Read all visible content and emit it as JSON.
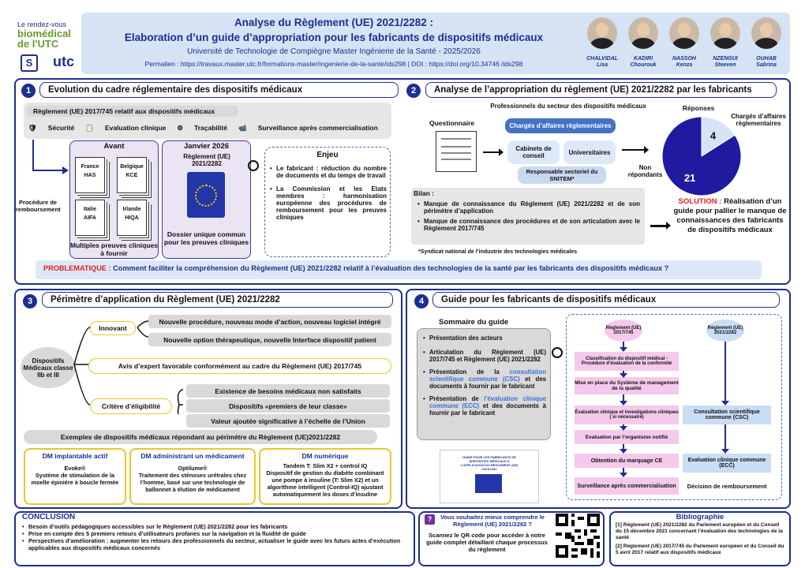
{
  "logo": {
    "line1": "Le rendez-vous",
    "line2": "biomédical",
    "line3": "de l'UTC",
    "utc": "utc"
  },
  "header": {
    "title1": "Analyse du Règlement (UE) 2021/2282 :",
    "title2": "Elaboration d’un guide d’appropriation pour les fabricants de dispositifs médicaux",
    "university": "Université de Technologie de Compiègne Master Ingénierie de la Santé - 2025/2026",
    "permalien": "Permalien : https://travaux.master.utc.fr/formations-master/ingenierie-de-la-sante/ids298    |    DOI : https://doi.org/10.34746 /ids298",
    "authors": [
      {
        "last": "CHALVIDAL",
        "first": "Lisa"
      },
      {
        "last": "KADIRI",
        "first": "Chourouk"
      },
      {
        "last": "NASSOH",
        "first": "Kenza"
      },
      {
        "last": "NZENGUI",
        "first": "Steeven"
      },
      {
        "last": "OUHAB",
        "first": "Sabrina"
      }
    ]
  },
  "s1": {
    "num": "1",
    "title": "Evolution du cadre réglementaire des dispositifs médicaux",
    "reg_label": "Règlement (UE) 2017/745 relatif aux dispositifs médicaux",
    "pillars": [
      "Sécurité",
      "Evaluation clinique",
      "Traçabilité",
      "Surveillance après commercialisation"
    ],
    "procedure": "Procédure de remboursement",
    "avant": "Avant",
    "docs": [
      {
        "country": "France",
        "agency": "HAS"
      },
      {
        "country": "Belgique",
        "agency": "KCE"
      },
      {
        "country": "Italie",
        "agency": "AIFA"
      },
      {
        "country": "Irlande",
        "agency": "HIQA"
      }
    ],
    "avant_caption": "Multiples preuves cliniques à fournir",
    "janvier": "Janvier 2026",
    "reg2021": "Règlement (UE) 2021/2282",
    "dossier": "Dossier unique commun pour les preuves cliniques",
    "enjeu_title": "Enjeu",
    "enjeu": [
      "Le fabricant : réduction du nombre de documents et du temps de travail",
      "La Commission et les Etats membres : harmonisation européenne des procédures de remboursement pour les preuves cliniques"
    ]
  },
  "s2": {
    "num": "2",
    "title": "Analyse de l’appropriation du règlement (UE) 2021/2282 par les fabricants",
    "pros": "Professionnels du secteur des dispositifs médicaux",
    "questionnaire": "Questionnaire",
    "charges": "Chargés d’affaires règlementaires",
    "cabinets": "Cabinets de conseil",
    "univ": "Universitaires",
    "snitem": "Responsable sectoriel du SNITEM*",
    "reponses": "Réponses",
    "non_rep": "Non répondants",
    "charges_label": "Chargés d’affaires règlementaires",
    "bilan": "Bilan :",
    "bilan_items": [
      "Manque de connaissance du Règlement (UE) 2021/2282 et de son périmètre d’application",
      "Manque de connaissance des procédures et de son articulation avec le Règlement 2017/745"
    ],
    "solution_k": "SOLUTION :",
    "solution": "Réalisation d’un guide pour pallier le manque de connaissances des fabricants de dispositifs médicaux",
    "footnote": "*Syndicat national de l’industrie des technologies médicales"
  },
  "chart_data": {
    "type": "pie",
    "categories": [
      "Non répondants",
      "Chargés d’affaires règlementaires"
    ],
    "values": [
      21,
      4
    ]
  },
  "problem": {
    "k": "PROBLEMATIQUE :",
    "text": "Comment faciliter la compréhension du Règlement (UE) 2021/2282 relatif à l’évaluation des technologies de la santé par les fabricants des dispositifs médicaux ?"
  },
  "s3": {
    "num": "3",
    "title": "Périmètre d’application du Règlement (UE) 2021/2282",
    "root": "Dispositifs Médicaux classe IIb et III",
    "innovant": "Innovant",
    "innov_items": [
      "Nouvelle procédure, nouveau mode d’action, nouveau logiciel intégré",
      "Nouvelle option thérapeutique, nouvelle Interface dispositif patient"
    ],
    "avis": "Avis d’expert favorable conformément au cadre du Règlement (UE) 2017/745",
    "critere": "Critère d’éligibilité",
    "crit_items": [
      "Existence de besoins médicaux non satisfaits",
      "Dispositifs «premiers de leur classe»",
      "Valeur ajoutée significative à l’échelle de l’Union"
    ],
    "exemples": "Exemples de dispositifs médicaux répondant au périmètre du Règlement (UE)2021/2282",
    "ex": [
      {
        "title": "DM implantable actif",
        "name": "Evoke®",
        "desc": "Système de stimulation de la moelle épinière à boucle fermée"
      },
      {
        "title": "DM administrant un médicament",
        "name": "Optilume®",
        "desc": "Traitement des sténoses urétrales chez l’homme, basé sur une technologie de ballonnet à élution de médicament"
      },
      {
        "title": "DM numérique",
        "name": "Tandem T: Slim X2 + control IQ",
        "desc": "Dispositif de gestion du diabète combinant une pompe à insuline (T: Slim X2) et un algorithme intelligent (Control-IQ) ajustant automatiquement les doses d’insuline"
      }
    ]
  },
  "s4": {
    "num": "4",
    "title": "Guide pour les fabricants de dispositifs médicaux",
    "sommaire": "Sommaire du guide",
    "items": [
      {
        "pre": "Présentation des acteurs",
        "hl": "",
        "post": ""
      },
      {
        "pre": "Articulation du Règlement (UE) 2017/745 et Règlement (UE) 2021/2282",
        "hl": "",
        "post": ""
      },
      {
        "pre": "Présentation de la ",
        "hl": "consultation scientifique commune (CSC)",
        "post": " et des documents à fournir par le fabricant"
      },
      {
        "pre": "Présentation de ",
        "hl": "l’évaluation clinique commune (ECC)",
        "post": " et des documents à fournir par le fabricant"
      }
    ],
    "guide_cover": "GUIDE POUR LES FABRICANTS DE DISPOSITIFS MÉDICAUX À L’APPLICATION DU RÈGLEMENT (UE) 2021/2282",
    "reg745": "Règlement (UE) 2017/745",
    "reg2282": "Règlement (UE) 2021/2282",
    "flow_left": [
      "Classification du dispositif médical - Procédure d’évaluation de la conformité",
      "Mise en place du Système de management de la qualité",
      "Évaluation clinique et investigations cliniques ( si nécessaire)",
      "Evaluation par l’organisme notifié",
      "Obtention du marquage CE",
      "Surveillance après commercialisation"
    ],
    "flow_right": [
      "Consultation scientifique commune (CSC)",
      "Evaluation clinique commune (ECC)",
      "Décision de remboursement"
    ]
  },
  "conclusion": {
    "title": "CONCLUSION",
    "items": [
      "Besoin d’outils pédagogiques accessibles sur le Règlement (UE) 2021/2282 pour les fabricants",
      "Prise en compte des 5 premiers retours d’utilisateurs profanes sur la navigation et la fluidité de guide",
      "Perspectives d’amélioration : augmenter les retours des professionnels du secteur, actualiser le guide avec les futurs actes d’exécution applicables aux dispositifs médicaux concernés"
    ]
  },
  "qr": {
    "q": "Vous souhaitez mieux comprendre le Règlement (UE) 2021/2282 ?",
    "t": "Scannez le QR code pour accéder à notre guide complet détaillant chaque processus du règlement"
  },
  "biblio": {
    "title": "Bibliographie",
    "items": [
      "[1] Règlement (UE) 2021/2282 du Parlement européen et du Conseil du 15 décembre 2021 concernant l’évaluation des technologies de la santé",
      "[2] Règlement (UE) 2017/745 du Parlement européen et du Conseil du 5 avril 2017 relatif aux dispositifs médicaux"
    ]
  }
}
